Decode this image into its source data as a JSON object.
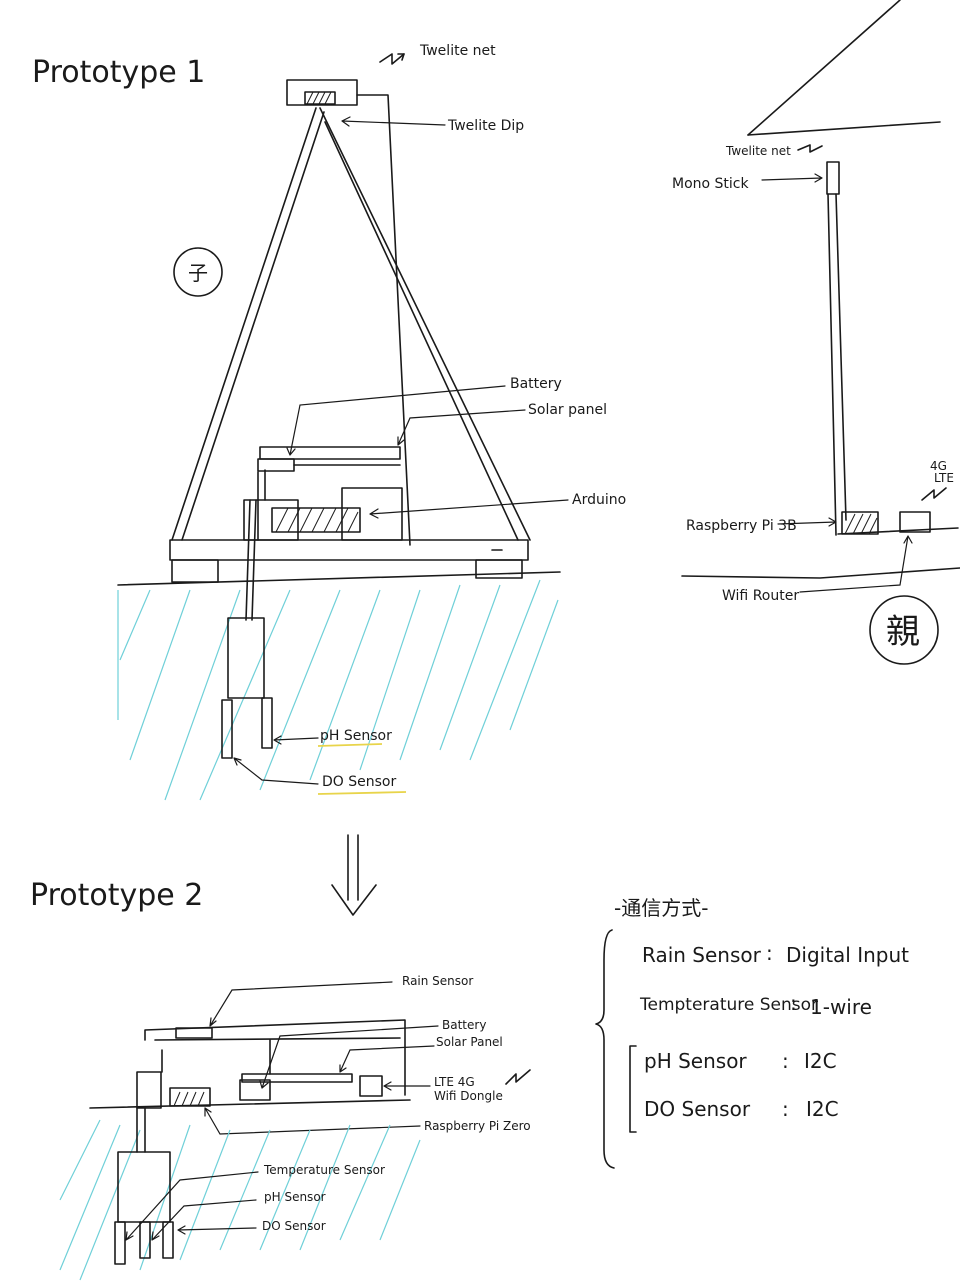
{
  "prototype1": {
    "title": "Prototype 1",
    "child_mark": "子",
    "labels": {
      "twelite_net": "Twelite net",
      "twelite_dip": "Twelite Dip",
      "battery": "Battery",
      "solar_panel": "Solar panel",
      "arduino": "Arduino",
      "ph_sensor": "pH Sensor",
      "do_sensor": "DO Sensor"
    }
  },
  "parent": {
    "parent_mark": "親",
    "labels": {
      "twelite_net": "Twelite net",
      "mono_stick": "Mono Stick",
      "lte": "4G\nLTE",
      "raspberry_pi_3b": "Raspberry Pi 3B",
      "wifi_router": "Wifi Router"
    }
  },
  "prototype2": {
    "title": "Prototype 2",
    "labels": {
      "rain_sensor": "Rain Sensor",
      "battery": "Battery",
      "solar_panel": "Solar Panel",
      "lte_wifi_dongle": "LTE 4G\nWifi Dongle",
      "raspberry_pi_zero": "Raspberry Pi Zero",
      "temperature_sensor": "Temperature Sensor",
      "ph_sensor": "pH Sensor",
      "do_sensor": "DO Sensor"
    }
  },
  "communication": {
    "heading": "-通信方式-",
    "rows": [
      {
        "sensor": "Rain Sensor",
        "method": "Digital Input"
      },
      {
        "sensor": "Tempterature Sensor",
        "method": "1-wire"
      },
      {
        "sensor": "pH Sensor",
        "method": "I2C"
      },
      {
        "sensor": "DO Sensor",
        "method": "I2C"
      }
    ],
    "separators": [
      ":",
      ":",
      ":",
      ":"
    ]
  },
  "colors": {
    "ink": "#1a1a1a",
    "water": "#6fd0d8",
    "highlight": "#e8d44a"
  }
}
